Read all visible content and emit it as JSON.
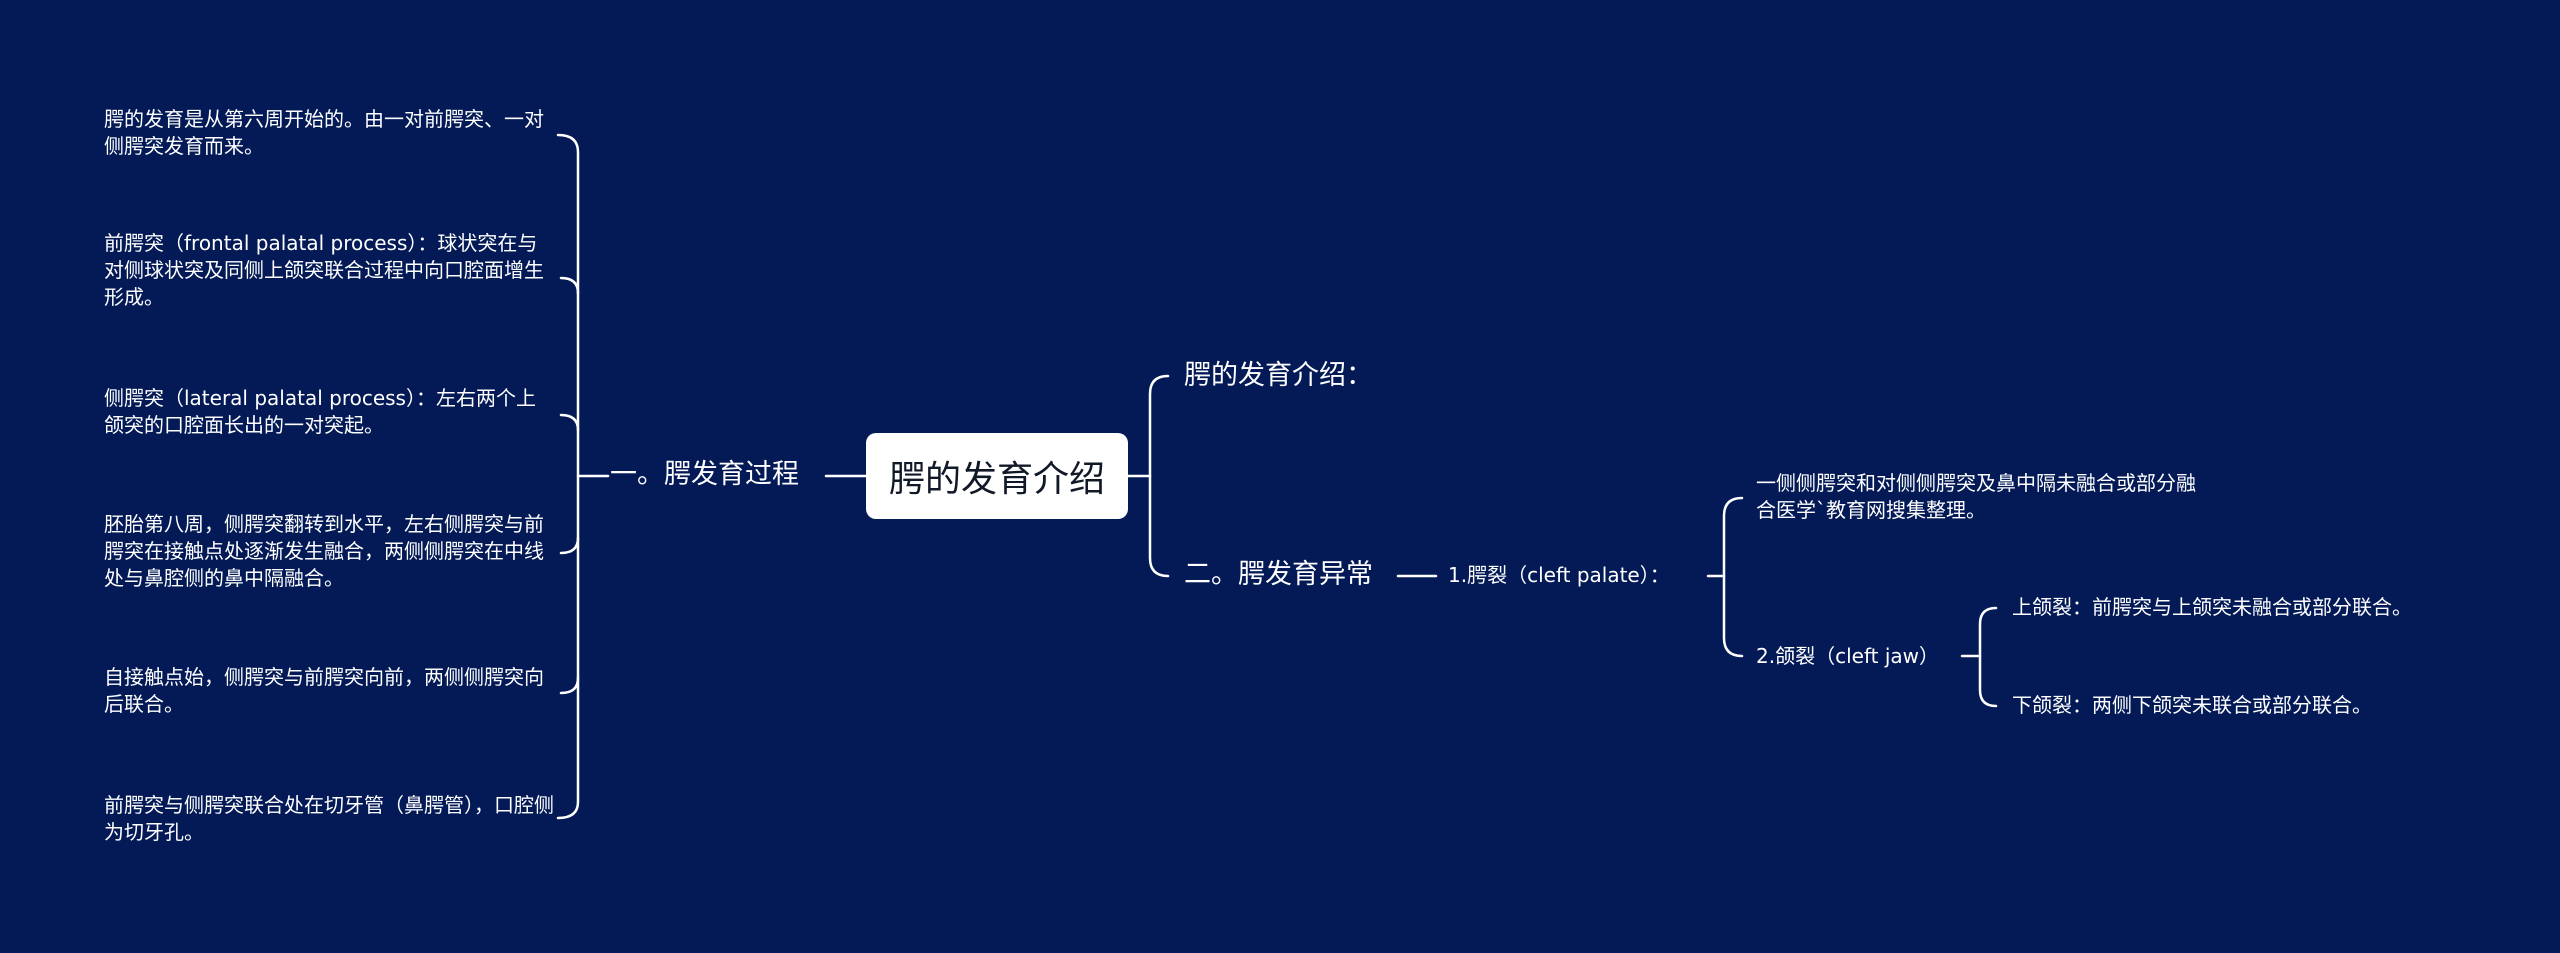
{
  "colors": {
    "background": "#031a57",
    "line": "#ffffff",
    "root_fill": "#ffffff",
    "root_text": "#111827"
  },
  "root": {
    "label": "腭的发育介绍"
  },
  "left": {
    "branch": {
      "label": "一。腭发育过程"
    },
    "leaves": [
      "腭的发育是从第六周开始的。由一对前腭突、一对侧腭突发育而来。",
      "前腭突（frontal palatal process）：球状突在与对侧球状突及同侧上颌突联合过程中向口腔面增生形成。",
      "侧腭突（lateral palatal process）：左右两个上颌突的口腔面长出的一对突起。",
      "胚胎第八周，侧腭突翻转到水平，左右侧腭突与前腭突在接触点处逐渐发生融合，两侧侧腭突在中线处与鼻腔侧的鼻中隔融合。",
      "自接触点始，侧腭突与前腭突向前，两侧侧腭突向后联合。",
      "前腭突与侧腭突联合处在切牙管（鼻腭管），口腔侧为切牙孔。"
    ]
  },
  "right": {
    "intro": {
      "label": "腭的发育介绍："
    },
    "abnormal": {
      "label": "二。腭发育异常",
      "cleft_palate": {
        "label": "1.腭裂（cleft palate）：",
        "children": [
          {
            "label": "一侧侧腭突和对侧侧腭突及鼻中隔未融合或部分融合医学`教育网搜集整理。"
          },
          {
            "label": "2.颌裂（cleft jaw）",
            "children": [
              {
                "label": "上颌裂：前腭突与上颌突未融合或部分联合。"
              },
              {
                "label": "下颌裂：两侧下颌突未联合或部分联合。"
              }
            ]
          }
        ]
      }
    }
  }
}
